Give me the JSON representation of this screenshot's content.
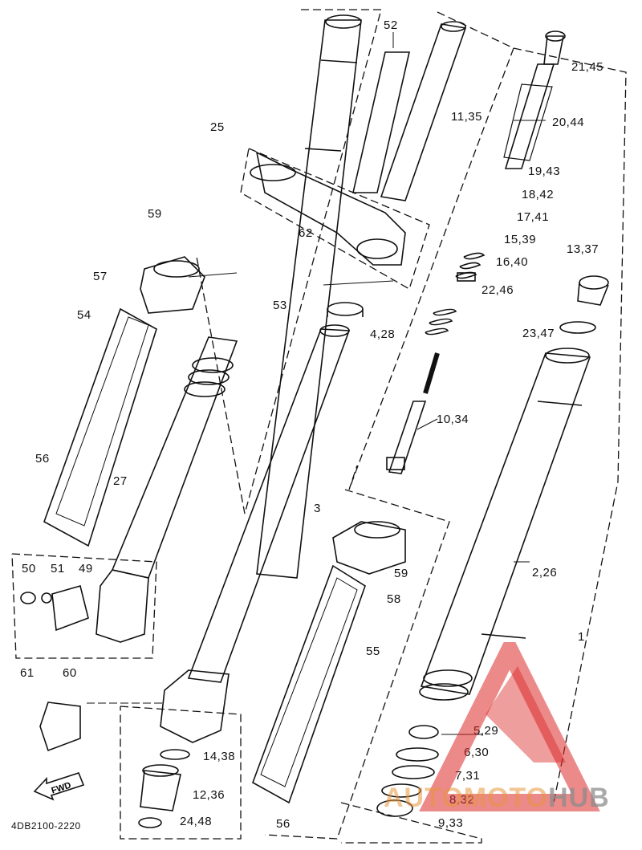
{
  "diagram_code": "4DB2100-2220",
  "direction_label": "FWD",
  "watermark": {
    "part1": "AUTOMOTO",
    "part2": "HUB"
  },
  "callouts": [
    {
      "id": "c52",
      "text": "52"
    },
    {
      "id": "c1135",
      "text": "11,35"
    },
    {
      "id": "c2145",
      "text": "21,45"
    },
    {
      "id": "c2044",
      "text": "20,44"
    },
    {
      "id": "c25",
      "text": "25"
    },
    {
      "id": "c1943",
      "text": "19,43"
    },
    {
      "id": "c1842",
      "text": "18,42"
    },
    {
      "id": "c1741",
      "text": "17,41"
    },
    {
      "id": "c59a",
      "text": "59"
    },
    {
      "id": "c1539",
      "text": "15,39"
    },
    {
      "id": "c62",
      "text": "62"
    },
    {
      "id": "c1337",
      "text": "13,37"
    },
    {
      "id": "c57",
      "text": "57"
    },
    {
      "id": "c1640",
      "text": "16,40"
    },
    {
      "id": "c2246",
      "text": "22,46"
    },
    {
      "id": "c53",
      "text": "53"
    },
    {
      "id": "c54",
      "text": "54"
    },
    {
      "id": "c2347",
      "text": "23,47"
    },
    {
      "id": "c428",
      "text": "4,28"
    },
    {
      "id": "c1034",
      "text": "10,34"
    },
    {
      "id": "c56a",
      "text": "56"
    },
    {
      "id": "c27",
      "text": "27"
    },
    {
      "id": "c3",
      "text": "3"
    },
    {
      "id": "c50",
      "text": "50"
    },
    {
      "id": "c51",
      "text": "51"
    },
    {
      "id": "c49",
      "text": "49"
    },
    {
      "id": "c59b",
      "text": "59"
    },
    {
      "id": "c226",
      "text": "2,26"
    },
    {
      "id": "c58",
      "text": "58"
    },
    {
      "id": "c1",
      "text": "1"
    },
    {
      "id": "c61",
      "text": "61"
    },
    {
      "id": "c60",
      "text": "60"
    },
    {
      "id": "c55",
      "text": "55"
    },
    {
      "id": "c529",
      "text": "5,29"
    },
    {
      "id": "c1438",
      "text": "14,38"
    },
    {
      "id": "c630",
      "text": "6,30"
    },
    {
      "id": "c1236",
      "text": "12,36"
    },
    {
      "id": "c731",
      "text": "7,31"
    },
    {
      "id": "c832",
      "text": "8,32"
    },
    {
      "id": "c2448",
      "text": "24,48"
    },
    {
      "id": "c56b",
      "text": "56"
    },
    {
      "id": "c933",
      "text": "9,33"
    }
  ]
}
